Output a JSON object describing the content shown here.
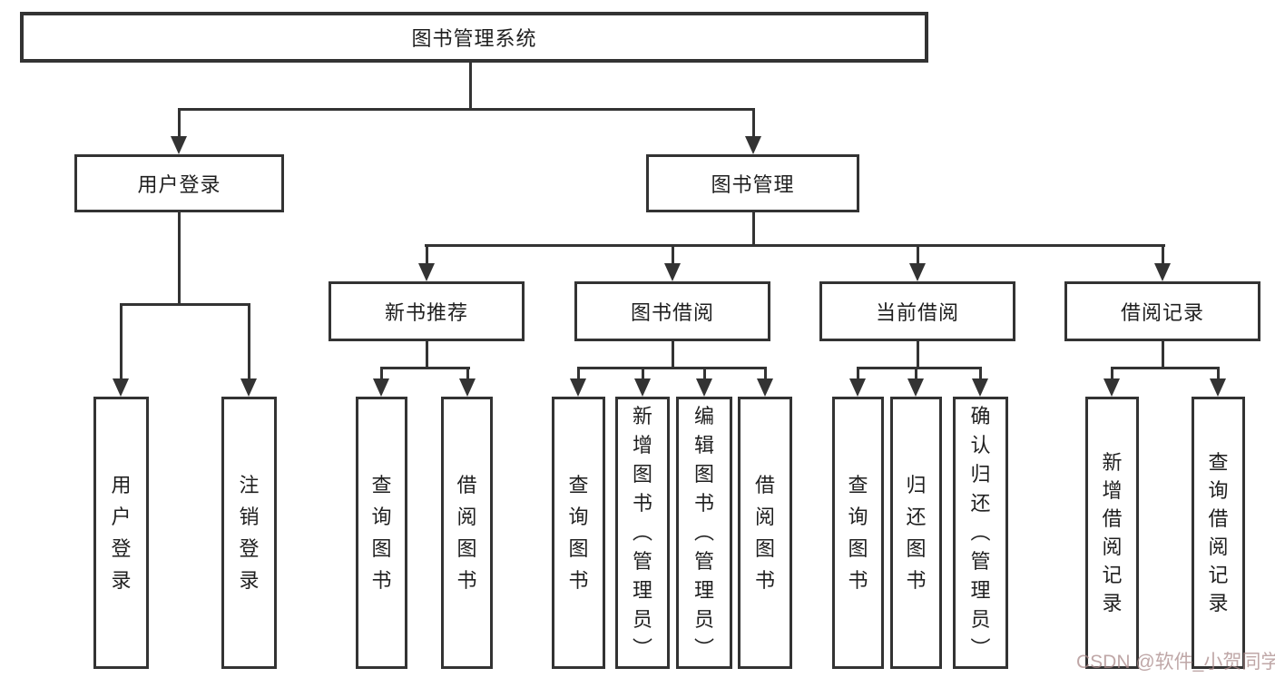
{
  "colors": {
    "line": "#333333",
    "box_background": "#ffffff",
    "text": "#1f1f1f",
    "watermark": "#aa8a8a"
  },
  "nodes": {
    "root": "图书管理系统",
    "level1": [
      "用户登录",
      "图书管理"
    ],
    "level2": [
      "新书推荐",
      "图书借阅",
      "当前借阅",
      "借阅记录"
    ],
    "leaves_user": [
      "用户登录",
      "注销登录"
    ],
    "leaves_recommend": [
      "查询图书",
      "借阅图书"
    ],
    "leaves_borrow": [
      "查询图书",
      "新增图书（管理员）",
      "编辑图书（管理员）",
      "借阅图书"
    ],
    "leaves_current": [
      "查询图书",
      "归还图书",
      "确认归还（管理员）"
    ],
    "leaves_records": [
      "新增借阅记录",
      "查询借阅记录"
    ]
  },
  "watermark": {
    "text": "CSDN @软件_小贺同学"
  }
}
